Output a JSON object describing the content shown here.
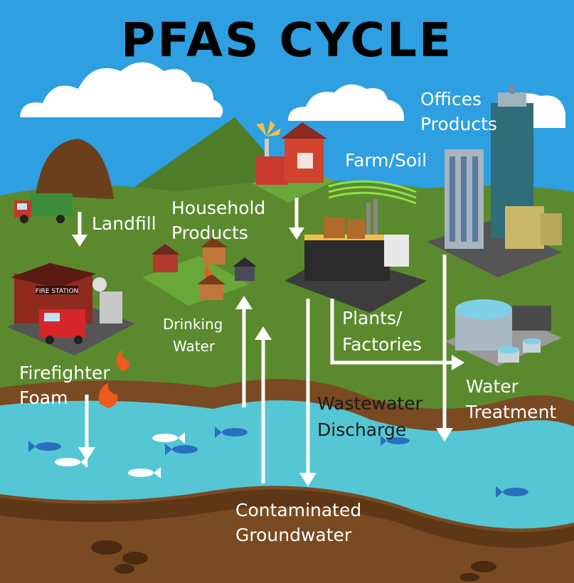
{
  "title": "PFAS CYCLE",
  "labels": {
    "landfill": "Landfill",
    "household_line1": "Household",
    "household_line2": "Products",
    "farm": "Farm/Soil",
    "offices_line1": "Offices",
    "offices_line2": "Products",
    "drinking_line1": "Drinking",
    "drinking_line2": "Water",
    "plants_line1": "Plants/",
    "plants_line2": "Factories",
    "firefighter_line1": "Firefighter",
    "firefighter_line2": "Foam",
    "water_treatment_line1": "Water",
    "water_treatment_line2": "Treatment",
    "wastewater_line1": "Wastewater",
    "wastewater_line2": "Discharge",
    "groundwater_line1": "Contaminated",
    "groundwater_line2": "Groundwater",
    "fire_station_sign": "FIRE STATION"
  },
  "colors": {
    "sky": "#2e9fe0",
    "hills": "#5b8a2e",
    "river": "#55c6d4",
    "soil": "#7a4a22",
    "arrow": "#ffffff"
  }
}
